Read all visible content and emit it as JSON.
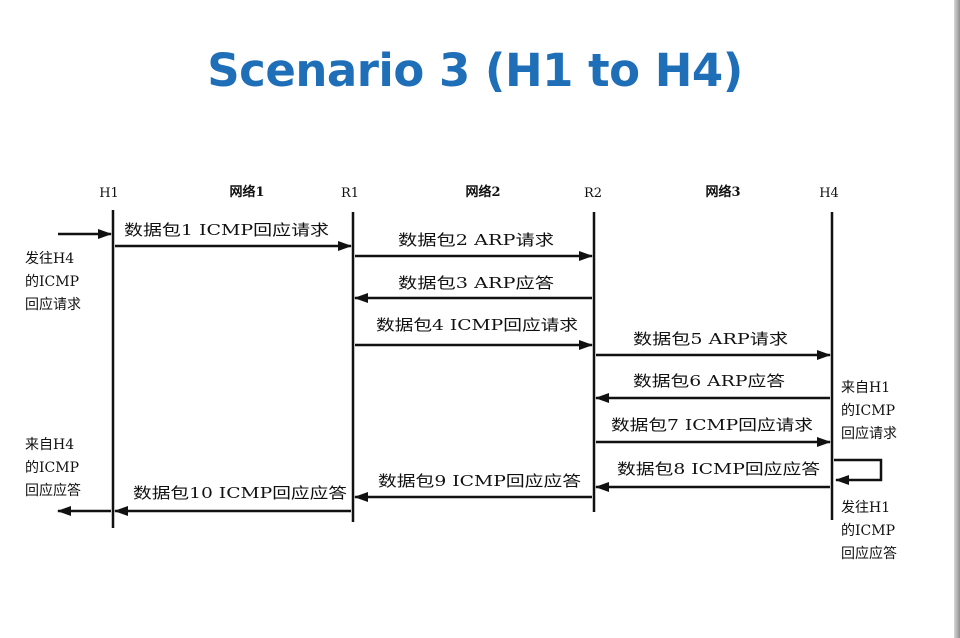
{
  "title": "Scenario 3 (H1 to H4)",
  "columns": {
    "h1": "H1",
    "net1": "网络1",
    "r1": "R1",
    "net2": "网络2",
    "r2": "R2",
    "net3": "网络3",
    "h4": "H4"
  },
  "messages": [
    "数据包1 ICMP回应请求",
    "数据包2 ARP请求",
    "数据包3 ARP应答",
    "数据包4 ICMP回应请求",
    "数据包5 ARP请求",
    "数据包6 ARP应答",
    "数据包7 ICMP回应请求",
    "数据包8 ICMP回应应答",
    "数据包9 ICMP回应应答",
    "数据包10 ICMP回应应答"
  ],
  "side_notes": {
    "h1_send": [
      "发往H4",
      "的ICMP",
      "回应请求"
    ],
    "h1_receive": [
      "来自H4",
      "的ICMP",
      "回应应答"
    ],
    "h4_receive": [
      "来自H1",
      "的ICMP",
      "回应请求"
    ],
    "h4_send": [
      "发往H1",
      "的ICMP",
      "回应应答"
    ]
  }
}
